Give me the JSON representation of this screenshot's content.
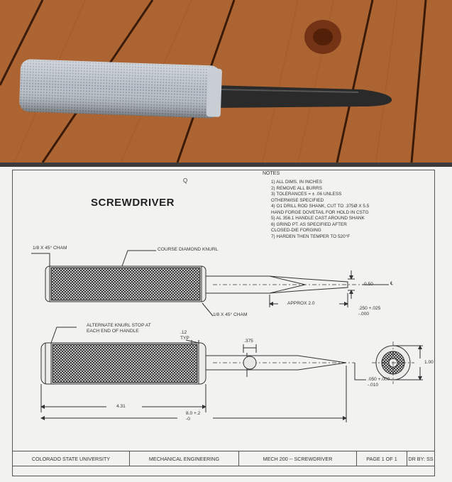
{
  "drawing": {
    "title": "SCREWDRIVER",
    "corner_mark": "Q",
    "notes_heading": "NOTES",
    "notes": [
      "1) ALL DIMS. IN INCHES",
      "2) REMOVE ALL BURRS",
      "3) TOLERANCES = ± .06 UNLESS\nOTHERWISE SPECIFIED",
      "4) O1 DRILL ROD SHANK, CUT TO .375Ø X 5.5\nHAND FORGE DOVETAIL FOR HOLD IN CSTG",
      "5) AL 356.1 HANDLE CAST AROUND SHANK",
      "6) GRIND PT. AS SPECIFIED AFTER\nCLOSED-DIE FORGING",
      "7) HARDEN THEN TEMPER TO 520°F"
    ],
    "labels": {
      "chamfer_top": "1/8 X 45° CHAM",
      "knurl": "COURSE DIAMOND KNURL",
      "chamfer_mid": "1/8 X 45° CHAM",
      "dim_050": "0.50",
      "centerline": "℄",
      "approx": "APPROX 2.0",
      "tol_250": ".250 +.025\n-.000",
      "alt_knurl": "ALTERNATE KNURL STOP AT\nEACH END OF HANDLE",
      "dim_12": ".12\nTYP",
      "dim_375": ".375",
      "dim_100": "1.00",
      "tol_050": ".050 +.000\n-.010",
      "dim_431": "4.31",
      "dim_80": "8.0 +.2\n-0"
    },
    "title_block": [
      "COLORADO STATE UNIVERSITY",
      "MECHANICAL ENGINEERING",
      "MECH 200 -- SCREWDRIVER",
      "PAGE 1 OF 1",
      "DR BY: SS"
    ]
  },
  "colors": {
    "wood": "#b06a35",
    "metal": "#aab2bb",
    "shank": "#2a2a2a",
    "paper": "#f2f2f0",
    "ink": "#333333"
  }
}
